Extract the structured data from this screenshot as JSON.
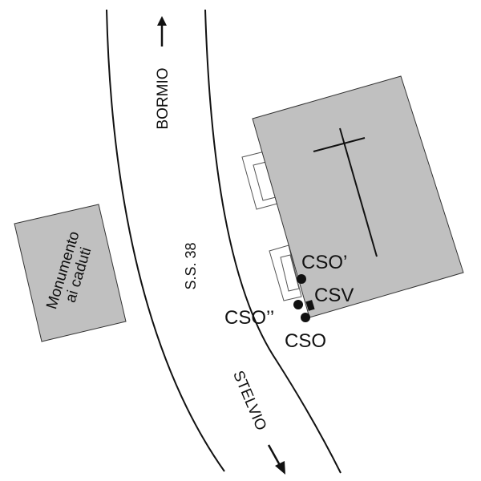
{
  "labels": {
    "north_direction": "BORMIO",
    "south_direction": "STELVIO",
    "road": "S.S. 38",
    "monument_line1": "Monumento",
    "monument_line2": "ai caduti",
    "point_cso_prime": "CSO’",
    "point_csv": "CSV",
    "point_cso_double": "CSO’’",
    "point_cso": "CSO"
  },
  "colors": {
    "building_fill": "#c0c0c0",
    "line": "#111111"
  }
}
